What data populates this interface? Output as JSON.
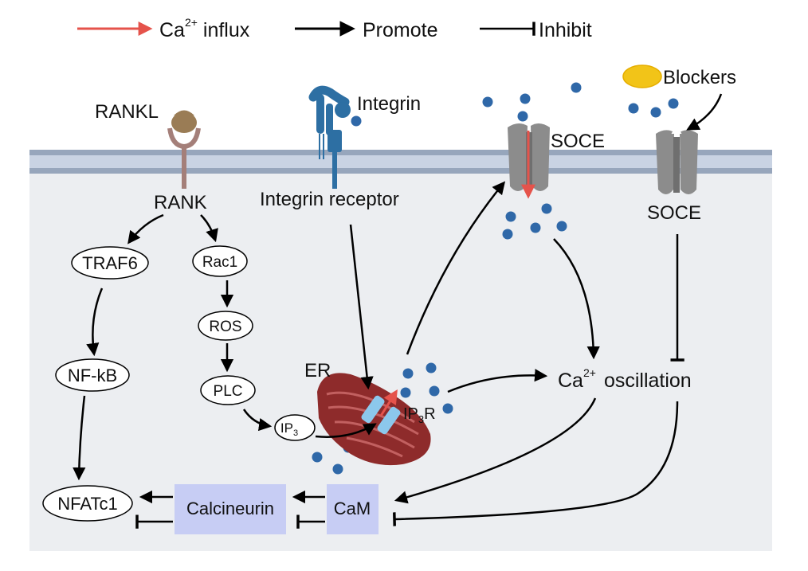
{
  "legend": {
    "ca_influx_main": "Ca",
    "ca_influx_sup": "2+",
    "ca_influx_rest": " influx",
    "promote": "Promote",
    "inhibit": "Inhibit"
  },
  "ligands": {
    "rankl": "RANKL",
    "integrin": "Integrin",
    "soce_top": "SOCE",
    "blockers": "Blockers",
    "soce_right": "SOCE"
  },
  "receptors": {
    "rank": "RANK",
    "integrin_receptor": "Integrin receptor"
  },
  "nodes": {
    "traf6": "TRAF6",
    "rac1": "Rac1",
    "ros": "ROS",
    "plc": "PLC",
    "ip3_main": "IP",
    "ip3_sub": "3",
    "nfkb": "NF-kB",
    "nfatc1": "NFATc1",
    "er": "ER",
    "ip3r_a": "IP",
    "ip3r_sub": "3",
    "ip3r_b": "R",
    "ca_osc_main": "Ca",
    "ca_osc_sup": "2+",
    "ca_osc_rest": "oscillation",
    "calcineurin": "Calcineurin",
    "cam": "CaM"
  },
  "colors": {
    "cytoplasm": "#eceef1",
    "membrane_outer": "#97a6bc",
    "membrane_inner": "#c9d3e3",
    "ca_ion": "#2f68a8",
    "ca_influx_arrow": "#e5534b",
    "box_fill": "#c7cdf4",
    "er_fill": "#8e2b2b",
    "soce_channel": "#8c8c8c",
    "rankl": "#9a7c55",
    "blocker": "#f2c418"
  }
}
